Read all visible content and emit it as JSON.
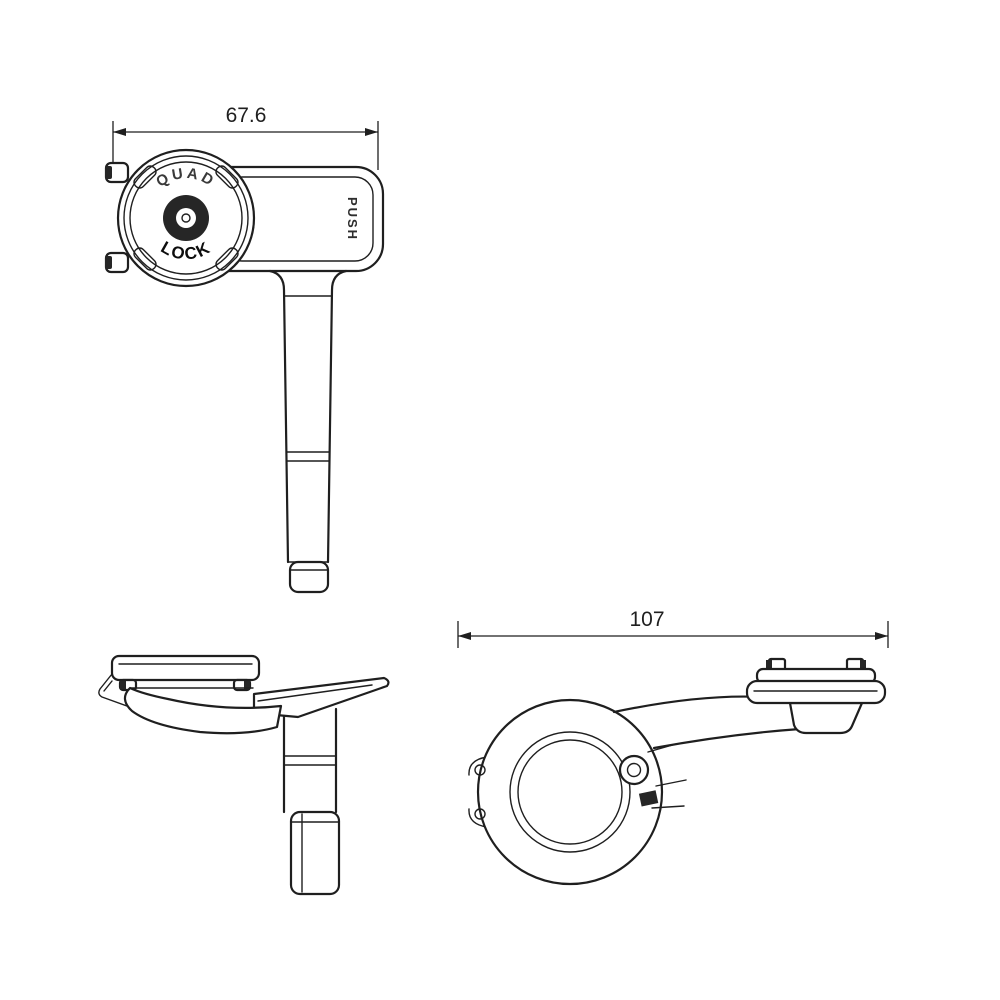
{
  "diagram": {
    "views": {
      "front": {
        "dimension_label": "67.6",
        "brand_top": "QUAD",
        "brand_bottom": "LOCK",
        "lever_label": "PUSH"
      },
      "clamp": {
        "dimension_label": "107"
      }
    },
    "colors": {
      "line": "#1f1f1f",
      "dark_fill": "#262626",
      "background": "#ffffff"
    }
  }
}
